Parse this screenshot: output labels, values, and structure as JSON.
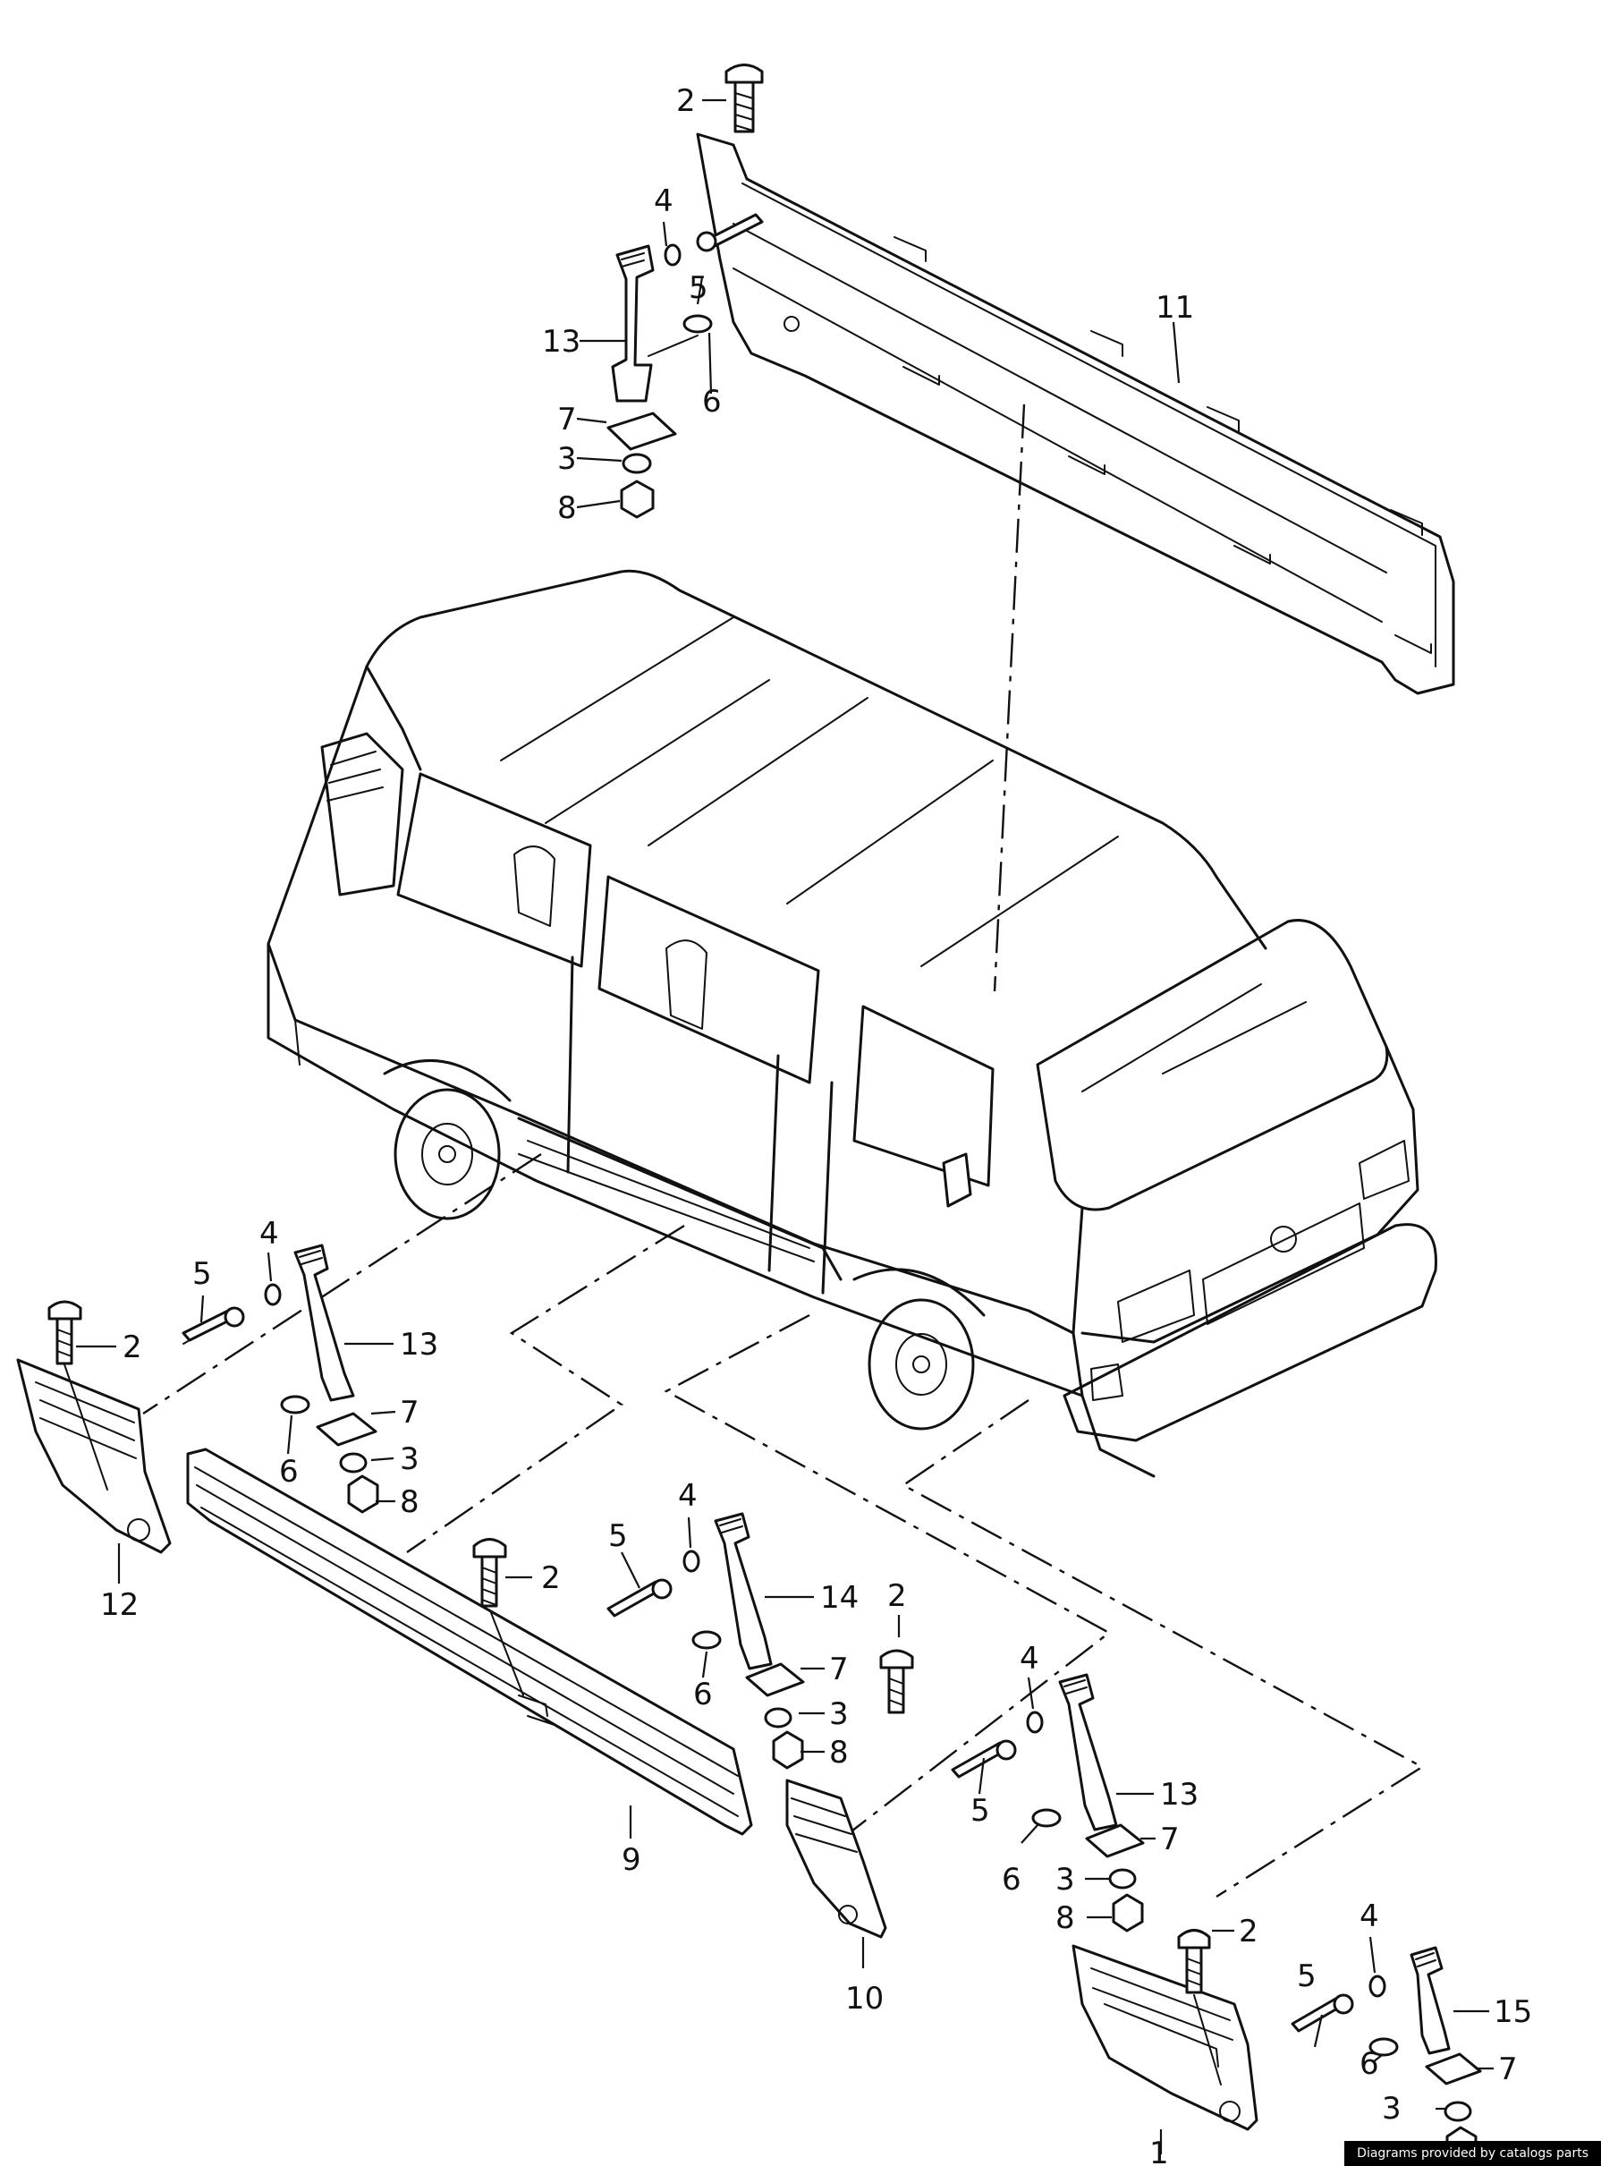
{
  "credit": "Diagrams provided by catalogs parts",
  "callouts": [
    {
      "id": "c-top-2",
      "text": "2"
    },
    {
      "id": "c-top-4",
      "text": "4"
    },
    {
      "id": "c-top-5",
      "text": "5"
    },
    {
      "id": "c-top-13",
      "text": "13"
    },
    {
      "id": "c-top-6",
      "text": "6"
    },
    {
      "id": "c-top-7",
      "text": "7"
    },
    {
      "id": "c-top-3",
      "text": "3"
    },
    {
      "id": "c-top-8",
      "text": "8"
    },
    {
      "id": "c-top-11",
      "text": "11"
    },
    {
      "id": "c-l-4",
      "text": "4"
    },
    {
      "id": "c-l-5",
      "text": "5"
    },
    {
      "id": "c-l-2",
      "text": "2"
    },
    {
      "id": "c-l-13",
      "text": "13"
    },
    {
      "id": "c-l-7",
      "text": "7"
    },
    {
      "id": "c-l-6",
      "text": "6"
    },
    {
      "id": "c-l-3",
      "text": "3"
    },
    {
      "id": "c-l-8",
      "text": "8"
    },
    {
      "id": "c-l-12",
      "text": "12"
    },
    {
      "id": "c-m-4",
      "text": "4"
    },
    {
      "id": "c-m-5",
      "text": "5"
    },
    {
      "id": "c-m-2",
      "text": "2"
    },
    {
      "id": "c-m-14",
      "text": "14"
    },
    {
      "id": "c-m-7",
      "text": "7"
    },
    {
      "id": "c-m-6",
      "text": "6"
    },
    {
      "id": "c-m-3",
      "text": "3"
    },
    {
      "id": "c-m-8",
      "text": "8"
    },
    {
      "id": "c-m-9",
      "text": "9"
    },
    {
      "id": "c-r-2",
      "text": "2"
    },
    {
      "id": "c-r-4",
      "text": "4"
    },
    {
      "id": "c-r-5",
      "text": "5"
    },
    {
      "id": "c-r-13",
      "text": "13"
    },
    {
      "id": "c-r-7",
      "text": "7"
    },
    {
      "id": "c-r-6",
      "text": "6"
    },
    {
      "id": "c-r-3",
      "text": "3"
    },
    {
      "id": "c-r-8",
      "text": "8"
    },
    {
      "id": "c-r-10",
      "text": "10"
    },
    {
      "id": "c-f-2",
      "text": "2"
    },
    {
      "id": "c-f-4",
      "text": "4"
    },
    {
      "id": "c-f-5",
      "text": "5"
    },
    {
      "id": "c-f-15",
      "text": "15"
    },
    {
      "id": "c-f-6",
      "text": "6"
    },
    {
      "id": "c-f-7",
      "text": "7"
    },
    {
      "id": "c-f-3",
      "text": "3"
    },
    {
      "id": "c-f-1",
      "text": "1"
    }
  ]
}
